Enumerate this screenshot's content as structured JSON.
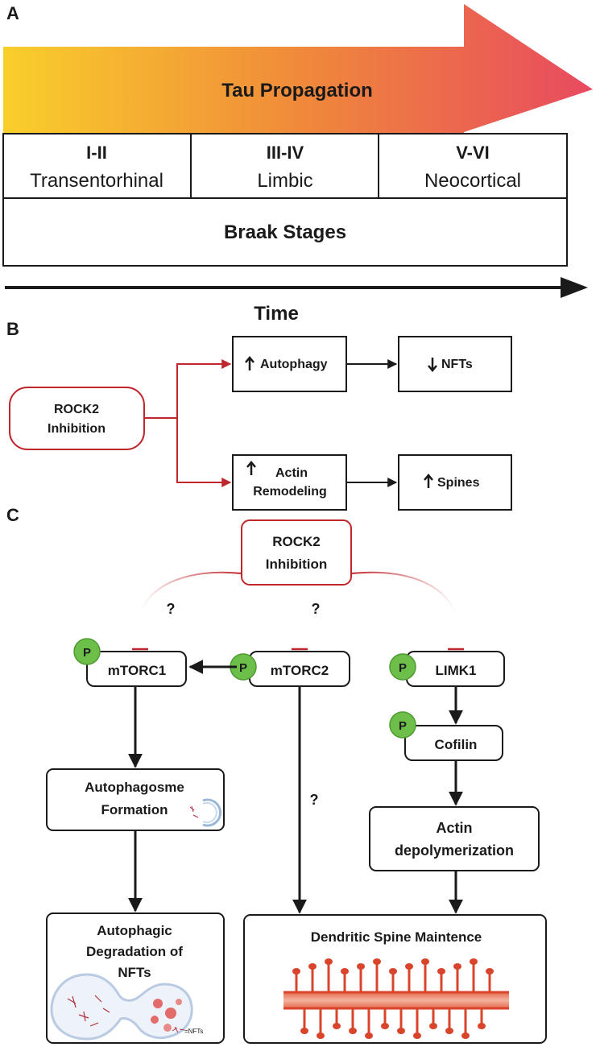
{
  "panel_a": {
    "label": "A",
    "arrow_title": "Tau Propagation",
    "stages": [
      {
        "numeral": "I-II",
        "region": "Transentorhinal"
      },
      {
        "numeral": "III-IV",
        "region": "Limbic"
      },
      {
        "numeral": "V-VI",
        "region": "Neocortical"
      }
    ],
    "stages_label": "Braak Stages",
    "time_label": "Time"
  },
  "panel_b": {
    "label": "B",
    "source": {
      "line1": "ROCK2",
      "line2": "Inhibition"
    },
    "autophagy": "Autophagy",
    "nfts": "NFTs",
    "actin_line1": "Actin",
    "actin_line2": "Remodeling",
    "spines": "Spines"
  },
  "panel_c": {
    "label": "C",
    "source": {
      "line1": "ROCK2",
      "line2": "Inhibition"
    },
    "unknown_mark": "?",
    "phospho_mark": "P",
    "mtorc1": "mTORC1",
    "mtorc2": "mTORC2",
    "limk1": "LIMK1",
    "cofilin": "Cofilin",
    "autophagosome": {
      "line1": "Autophagosme",
      "line2": "Formation"
    },
    "actin_depoly": {
      "line1": "Actin",
      "line2": "depolymerization"
    },
    "autophagic": {
      "line1": "Autophagic",
      "line2": "Degradation of",
      "line3": "NFTs"
    },
    "nft_legend": "=NFTs",
    "dendritic": "Dendritic Spine Maintence"
  },
  "colors": {
    "inhibition_red": "#c0272d",
    "phospho_green": "#6cc04a",
    "arrow_gradient": [
      "#f9cf2b",
      "#f08a3a",
      "#e84a5f"
    ],
    "spine_red": "#d9452b"
  }
}
